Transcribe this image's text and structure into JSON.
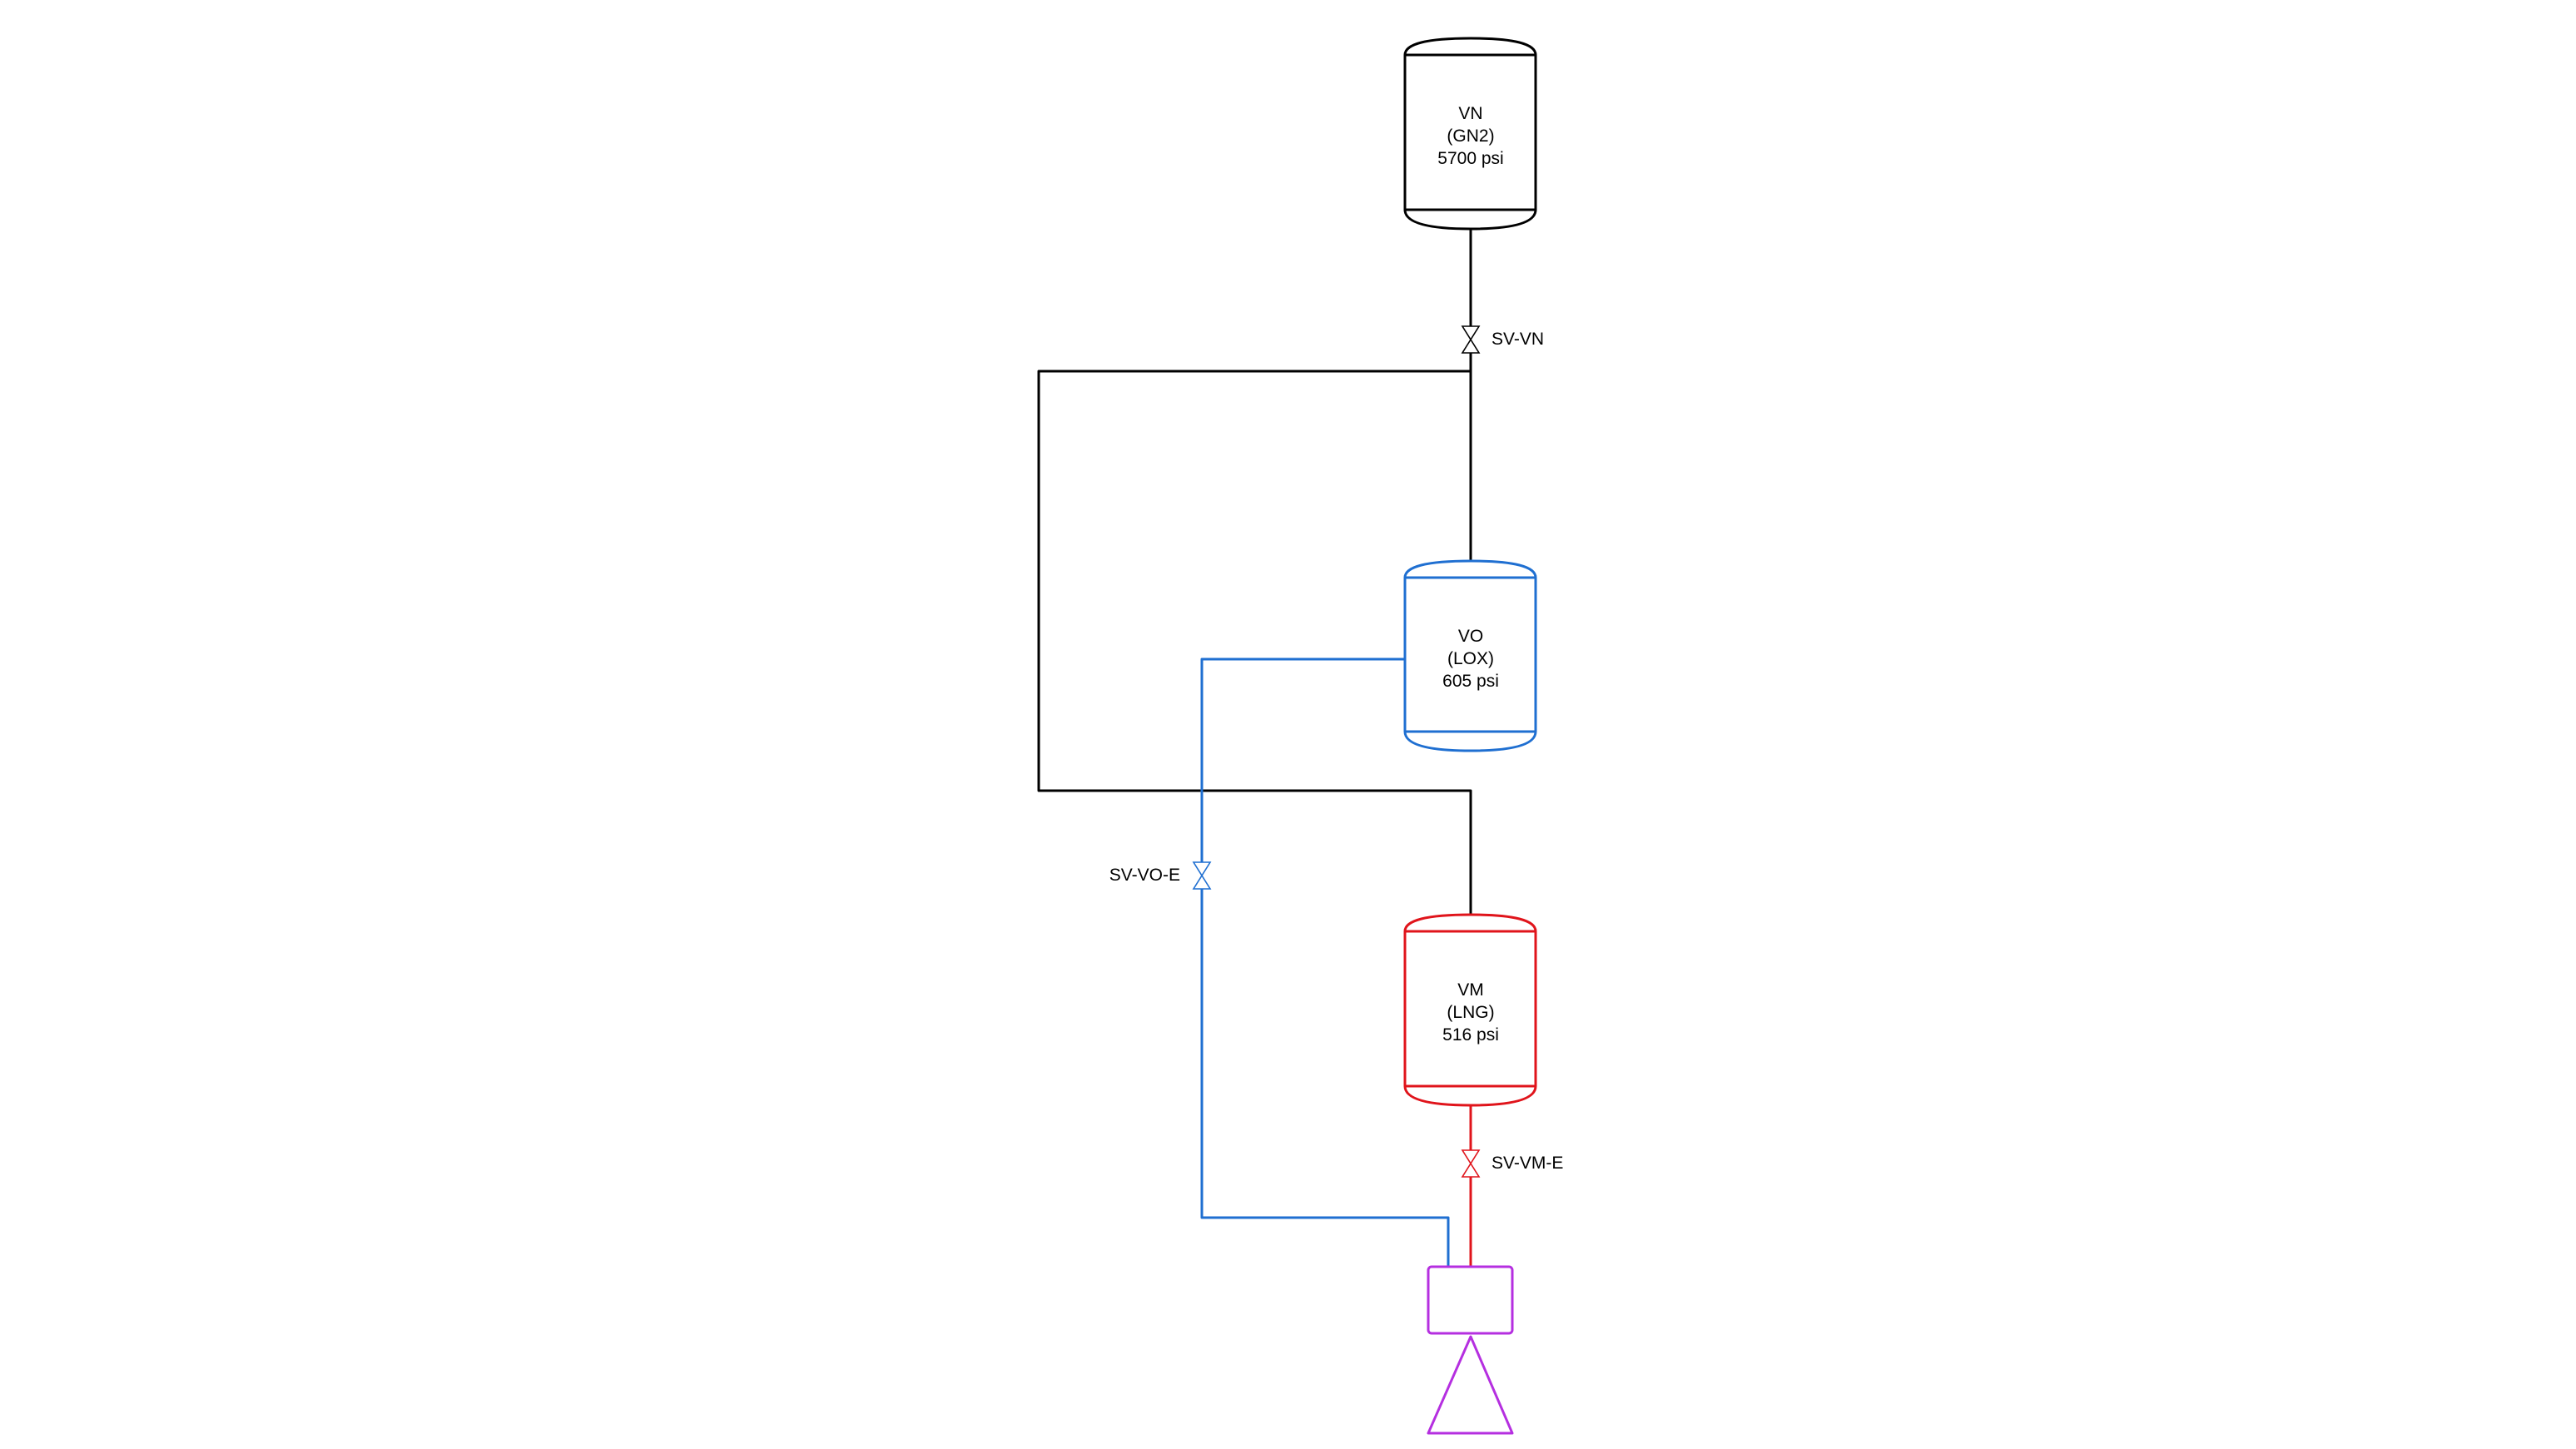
{
  "colors": {
    "background": "#ffffff",
    "nitrogen_line": "#000000",
    "lox_line": "#1f6fd1",
    "lng_line": "#e0141b",
    "engine": "#b52fe0"
  },
  "tanks": {
    "vn": {
      "name": "VN",
      "fluid": "(GN2)",
      "pressure": "5700 psi"
    },
    "vo": {
      "name": "VO",
      "fluid": "(LOX)",
      "pressure": "605 psi"
    },
    "vm": {
      "name": "VM",
      "fluid": "(LNG)",
      "pressure": "516 psi"
    }
  },
  "valves": {
    "sv_vn": {
      "label": "SV-VN"
    },
    "sv_vo_e": {
      "label": "SV-VO-E"
    },
    "sv_vm_e": {
      "label": "SV-VM-E"
    }
  },
  "engine": {
    "icon": "rocket-engine-icon"
  }
}
